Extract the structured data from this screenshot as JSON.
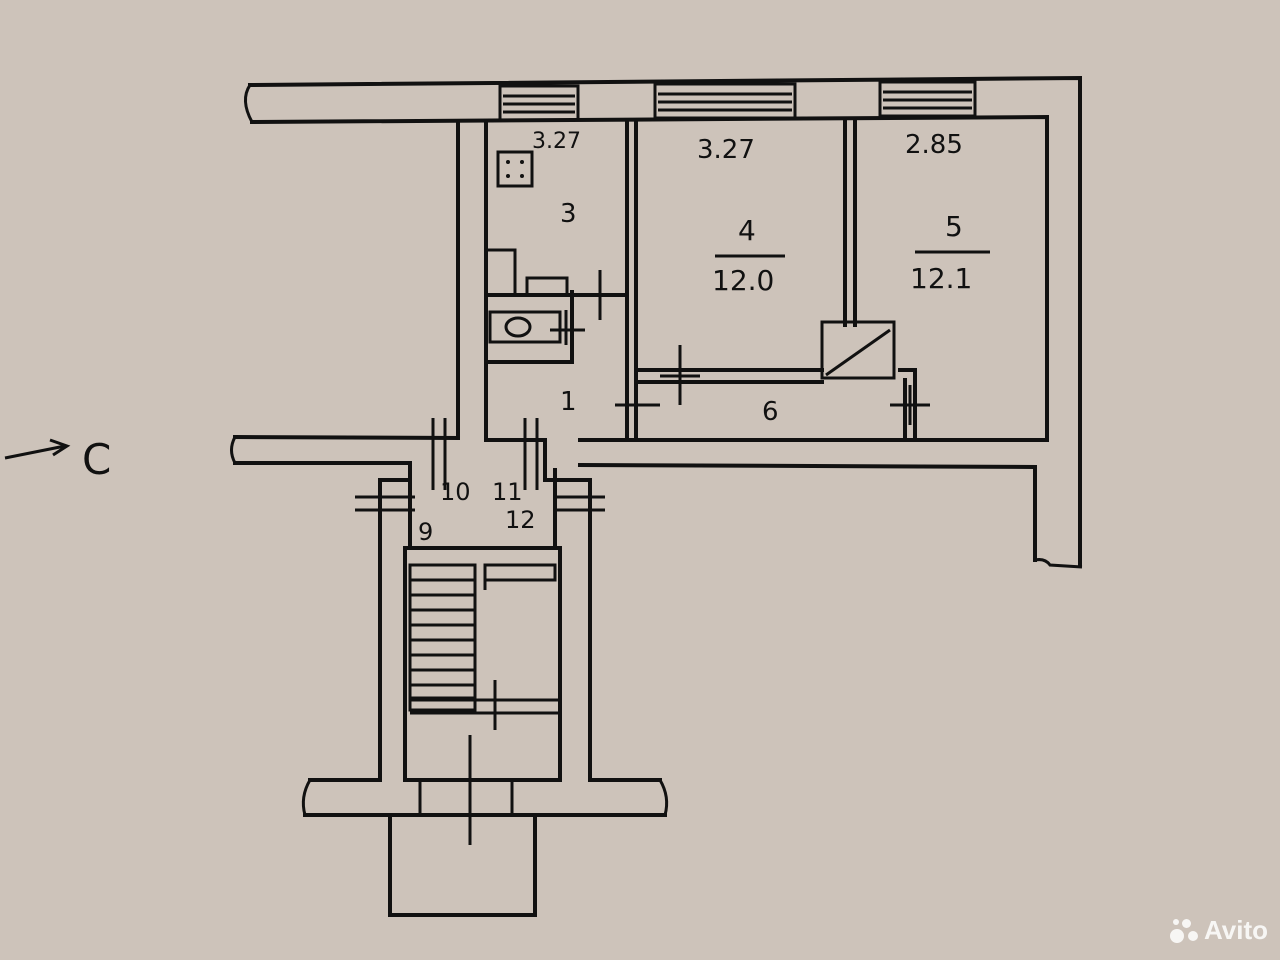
{
  "colors": {
    "paper": "#cdc3ba",
    "ink": "#111111",
    "watermark": "#ffffff"
  },
  "compass": {
    "label": "C"
  },
  "rooms": [
    {
      "number": "3",
      "height": "3.27",
      "area": ""
    },
    {
      "number": "4",
      "height": "3.27",
      "area": "12.0"
    },
    {
      "number": "5",
      "height": "2.85",
      "area": "12.1"
    },
    {
      "number": "1"
    },
    {
      "number": "6"
    },
    {
      "number": "10"
    },
    {
      "number": "11"
    },
    {
      "number": "9"
    },
    {
      "number": "12"
    }
  ],
  "watermark": {
    "text": "Avito",
    "icon": "avito-dots-icon"
  }
}
